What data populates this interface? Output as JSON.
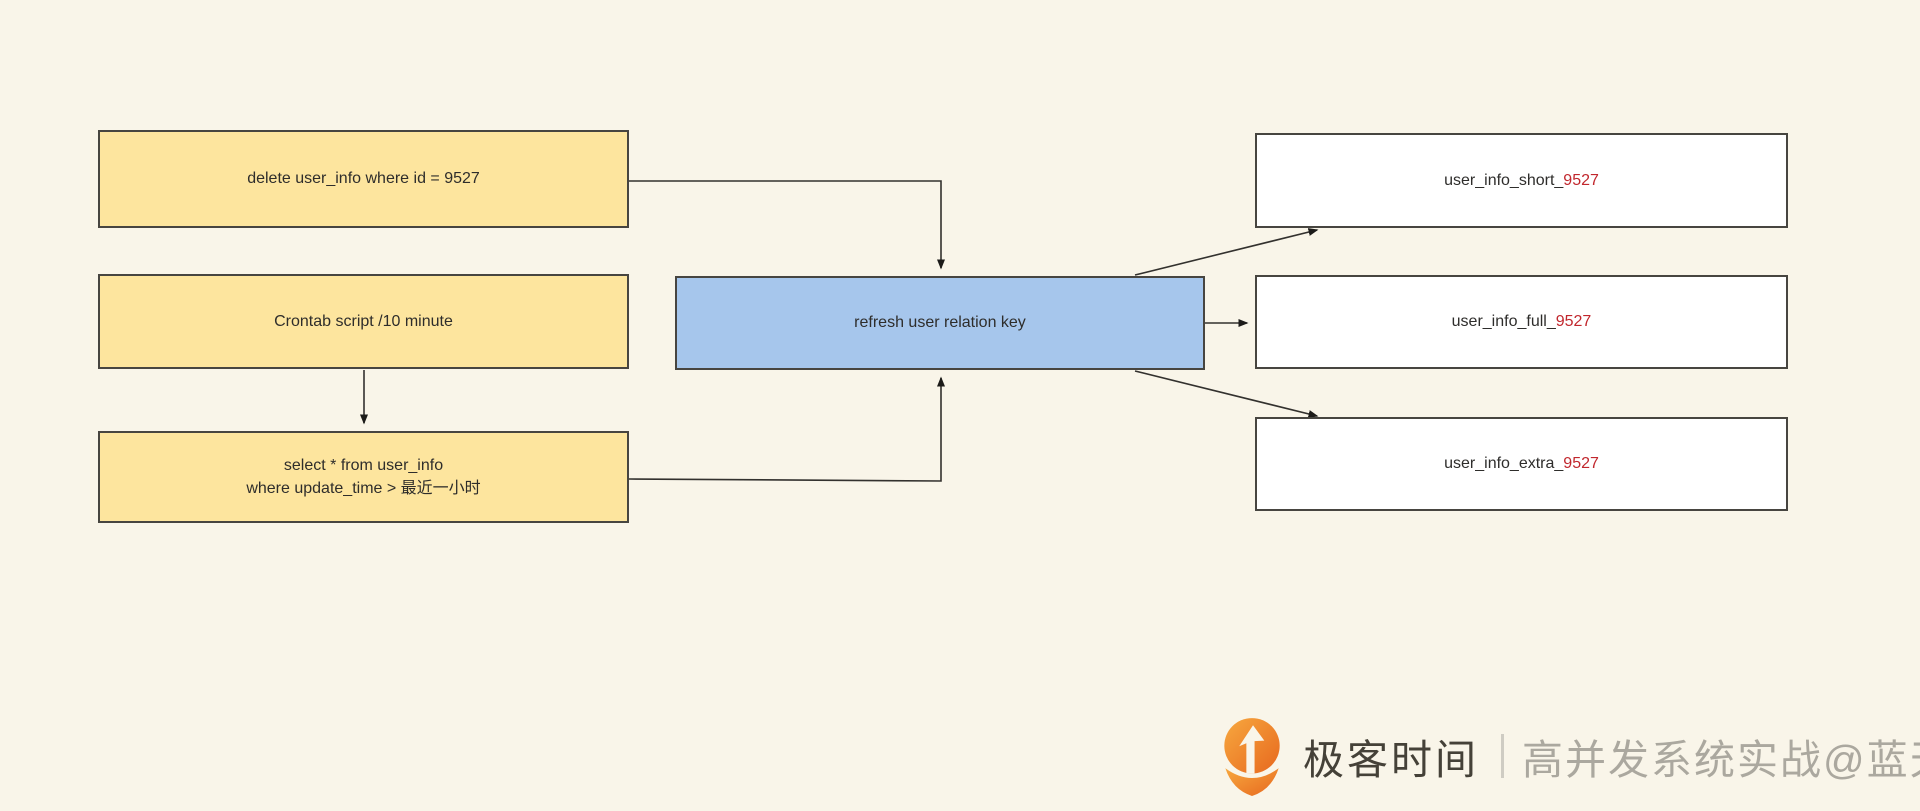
{
  "page": {
    "background": "#F9F5E9"
  },
  "diagram": {
    "colors": {
      "source_fill": "#FDE59E",
      "center_fill": "#A6C6EC",
      "cache_fill": "#FFFFFF",
      "border": "#474540",
      "text": "#2E2D2B",
      "highlight_red": "#C1272D"
    },
    "source_boxes": [
      {
        "lines": [
          "delete user_info where id = 9527"
        ]
      },
      {
        "lines": [
          "Crontab script /10 minute"
        ]
      },
      {
        "lines": [
          "select * from user_info",
          "where update_time > 最近一小时"
        ]
      }
    ],
    "center_box": {
      "label": "refresh user relation key"
    },
    "cache_boxes": [
      {
        "prefix": "user_info_short_",
        "id": "9527"
      },
      {
        "prefix": "user_info_full_",
        "id": "9527"
      },
      {
        "prefix": "user_info_extra_",
        "id": "9527"
      }
    ]
  },
  "footer": {
    "logo": "geektime-logo",
    "brand": "极客时间",
    "separator": "｜",
    "credit": "高并发系统实战@蓝天"
  }
}
